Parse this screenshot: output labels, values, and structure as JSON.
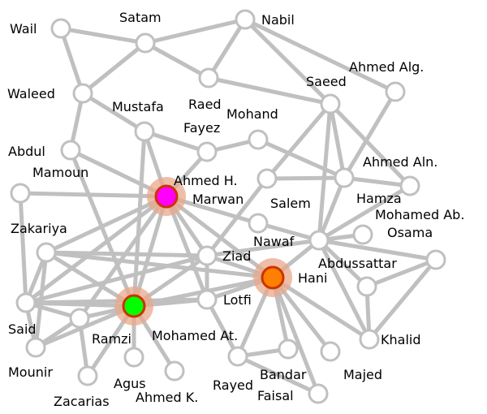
{
  "colors": {
    "edge": "#c0c0c0",
    "node_fill": "#ffffff",
    "node_stroke": "#c0c0c0",
    "halo": "#e8a88c",
    "highlight_stroke": "#cc3300"
  },
  "nodes": [
    {
      "id": "Wail",
      "label": "Wail"
    },
    {
      "id": "Satam",
      "label": "Satam"
    },
    {
      "id": "Nabil",
      "label": "Nabil"
    },
    {
      "id": "Waleed",
      "label": "Waleed"
    },
    {
      "id": "Raed",
      "label": "Raed"
    },
    {
      "id": "Saeed",
      "label": "Saeed"
    },
    {
      "id": "AhmedAlg",
      "label": "Ahmed Alg."
    },
    {
      "id": "Mustafa",
      "label": "Mustafa"
    },
    {
      "id": "Mohand",
      "label": "Mohand"
    },
    {
      "id": "Fayez",
      "label": "Fayez"
    },
    {
      "id": "Abdul",
      "label": "Abdul"
    },
    {
      "id": "Mamoun",
      "label": "Mamoun"
    },
    {
      "id": "AhmedH",
      "label": "Ahmed H.",
      "color": "#ff00ff"
    },
    {
      "id": "Salem",
      "label": "Salem"
    },
    {
      "id": "AhmedAln",
      "label": "Ahmed Aln."
    },
    {
      "id": "Hamza",
      "label": "Hamza"
    },
    {
      "id": "Marwan",
      "label": "Marwan"
    },
    {
      "id": "Zakariya",
      "label": "Zakariya"
    },
    {
      "id": "Ziad",
      "label": "Ziad"
    },
    {
      "id": "Nawaf",
      "label": "Nawaf"
    },
    {
      "id": "Osama",
      "label": "Osama"
    },
    {
      "id": "MohamedAb",
      "label": "Mohamed Ab."
    },
    {
      "id": "Abdussattar",
      "label": "Abdussattar"
    },
    {
      "id": "Hani",
      "label": "Hani",
      "color": "#ff8000"
    },
    {
      "id": "Said",
      "label": "Said"
    },
    {
      "id": "MohamedAt",
      "label": "Mohamed At.",
      "color": "#00ff00"
    },
    {
      "id": "Ramzi",
      "label": "Ramzi"
    },
    {
      "id": "Lotfi",
      "label": "Lotfi"
    },
    {
      "id": "Mounir",
      "label": "Mounir"
    },
    {
      "id": "Zacarias",
      "label": "Zacarias"
    },
    {
      "id": "Agus",
      "label": "Agus"
    },
    {
      "id": "AhmedK",
      "label": "Ahmed K."
    },
    {
      "id": "Khalid",
      "label": "Khalid"
    },
    {
      "id": "Rayed",
      "label": "Rayed"
    },
    {
      "id": "Bandar",
      "label": "Bandar"
    },
    {
      "id": "Majed",
      "label": "Majed"
    },
    {
      "id": "Faisal",
      "label": "Faisal"
    }
  ],
  "edges": [
    [
      "Wail",
      "Satam"
    ],
    [
      "Wail",
      "Waleed"
    ],
    [
      "Satam",
      "Waleed"
    ],
    [
      "Satam",
      "Nabil"
    ],
    [
      "Satam",
      "Raed"
    ],
    [
      "Nabil",
      "Raed"
    ],
    [
      "Nabil",
      "Saeed"
    ],
    [
      "Nabil",
      "AhmedAlg"
    ],
    [
      "Raed",
      "Saeed"
    ],
    [
      "Waleed",
      "Abdul"
    ],
    [
      "Waleed",
      "Mustafa"
    ],
    [
      "Mustafa",
      "Fayez"
    ],
    [
      "Mustafa",
      "AhmedH"
    ],
    [
      "Mustafa",
      "MohamedAt"
    ],
    [
      "Fayez",
      "Mohand"
    ],
    [
      "Fayez",
      "AhmedH"
    ],
    [
      "Mohand",
      "AhmedAln"
    ],
    [
      "Saeed",
      "Salem"
    ],
    [
      "Saeed",
      "AhmedAln"
    ],
    [
      "Saeed",
      "Hamza"
    ],
    [
      "Saeed",
      "Nawaf"
    ],
    [
      "AhmedAlg",
      "AhmedAln"
    ],
    [
      "Salem",
      "AhmedAln"
    ],
    [
      "AhmedAln",
      "Hamza"
    ],
    [
      "AhmedAln",
      "Nawaf"
    ],
    [
      "Hamza",
      "Nawaf"
    ],
    [
      "Salem",
      "Ziad"
    ],
    [
      "Abdul",
      "AhmedH"
    ],
    [
      "Abdul",
      "MohamedAt"
    ],
    [
      "Mamoun",
      "AhmedH"
    ],
    [
      "Mamoun",
      "Said"
    ],
    [
      "AhmedH",
      "Marwan"
    ],
    [
      "AhmedH",
      "Ziad"
    ],
    [
      "AhmedH",
      "Lotfi"
    ],
    [
      "AhmedH",
      "Zakariya"
    ],
    [
      "AhmedH",
      "Said"
    ],
    [
      "AhmedH",
      "MohamedAt"
    ],
    [
      "AhmedH",
      "Ramzi"
    ],
    [
      "AhmedH",
      "Hani"
    ],
    [
      "Marwan",
      "Nawaf"
    ],
    [
      "Nawaf",
      "Osama"
    ],
    [
      "Nawaf",
      "MohamedAb"
    ],
    [
      "Nawaf",
      "Hani"
    ],
    [
      "Nawaf",
      "Abdussattar"
    ],
    [
      "Nawaf",
      "Khalid"
    ],
    [
      "Nawaf",
      "Ziad"
    ],
    [
      "Abdussattar",
      "MohamedAb"
    ],
    [
      "Abdussattar",
      "Khalid"
    ],
    [
      "MohamedAb",
      "Khalid"
    ],
    [
      "Hani",
      "Khalid"
    ],
    [
      "Hani",
      "Majed"
    ],
    [
      "Hani",
      "Bandar"
    ],
    [
      "Hani",
      "Faisal"
    ],
    [
      "Hani",
      "Rayed"
    ],
    [
      "Hani",
      "Ziad"
    ],
    [
      "Hani",
      "Lotfi"
    ],
    [
      "Hani",
      "MohamedAt"
    ],
    [
      "Hani",
      "Zakariya"
    ],
    [
      "Rayed",
      "Bandar"
    ],
    [
      "Rayed",
      "Faisal"
    ],
    [
      "Rayed",
      "Lotfi"
    ],
    [
      "Ziad",
      "Lotfi"
    ],
    [
      "Ziad",
      "MohamedAt"
    ],
    [
      "Ziad",
      "Zakariya"
    ],
    [
      "Ziad",
      "Said"
    ],
    [
      "MohamedAt",
      "Zakariya"
    ],
    [
      "MohamedAt",
      "Said"
    ],
    [
      "MohamedAt",
      "Mounir"
    ],
    [
      "MohamedAt",
      "Agus"
    ],
    [
      "MohamedAt",
      "AhmedK"
    ],
    [
      "MohamedAt",
      "Lotfi"
    ],
    [
      "MohamedAt",
      "Ramzi"
    ],
    [
      "MohamedAt",
      "Zacarias"
    ],
    [
      "Zakariya",
      "Said"
    ],
    [
      "Zakariya",
      "Mounir"
    ],
    [
      "Said",
      "Mounir"
    ],
    [
      "Said",
      "Ramzi"
    ],
    [
      "Ramzi",
      "Zacarias"
    ],
    [
      "Lotfi",
      "Said"
    ],
    [
      "Ramzi",
      "Mounir"
    ]
  ]
}
